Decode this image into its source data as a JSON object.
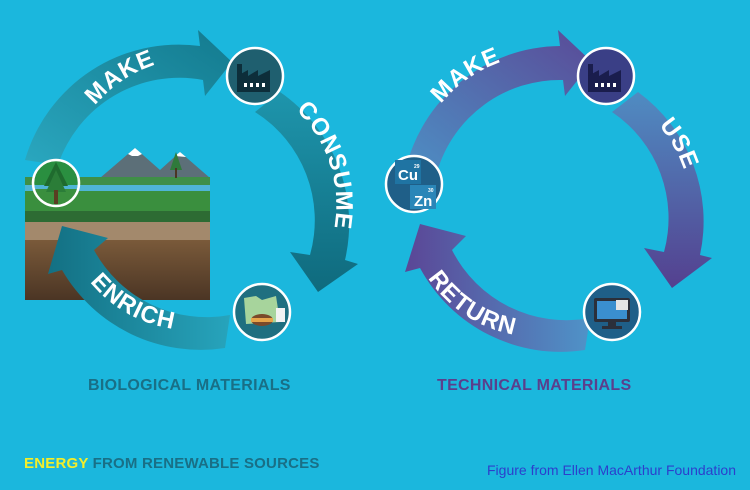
{
  "biological": {
    "caption": "BIOLOGICAL MATERIALS",
    "arrows": {
      "make": "MAKE",
      "consume": "CONSUME",
      "enrich": "ENRICH"
    },
    "icons": [
      "tree-icon",
      "factory-icon",
      "food-waste-icon"
    ]
  },
  "technical": {
    "caption": "TECHNICAL MATERIALS",
    "arrows": {
      "make": "MAKE",
      "use": "USE",
      "return": "RETURN"
    },
    "elements": {
      "cu": "Cu",
      "cu_number": "29",
      "zn": "Zn",
      "zn_number": "30"
    },
    "icons": [
      "elements-icon",
      "factory-icon",
      "computer-icon"
    ]
  },
  "footer": {
    "energy_highlight": "ENERGY",
    "energy_rest": " FROM RENEWABLE SOURCES",
    "credit": "Figure from Ellen MacArthur Foundation"
  },
  "colors": {
    "background": "#1bb7dd",
    "bio_arrow": "#1a7e93",
    "tech_arrow": "#5a4d99",
    "bio_caption": "#196f86",
    "tech_caption": "#5b3f8c",
    "highlight": "#f4ee2a",
    "credit": "#2c3fcc"
  }
}
